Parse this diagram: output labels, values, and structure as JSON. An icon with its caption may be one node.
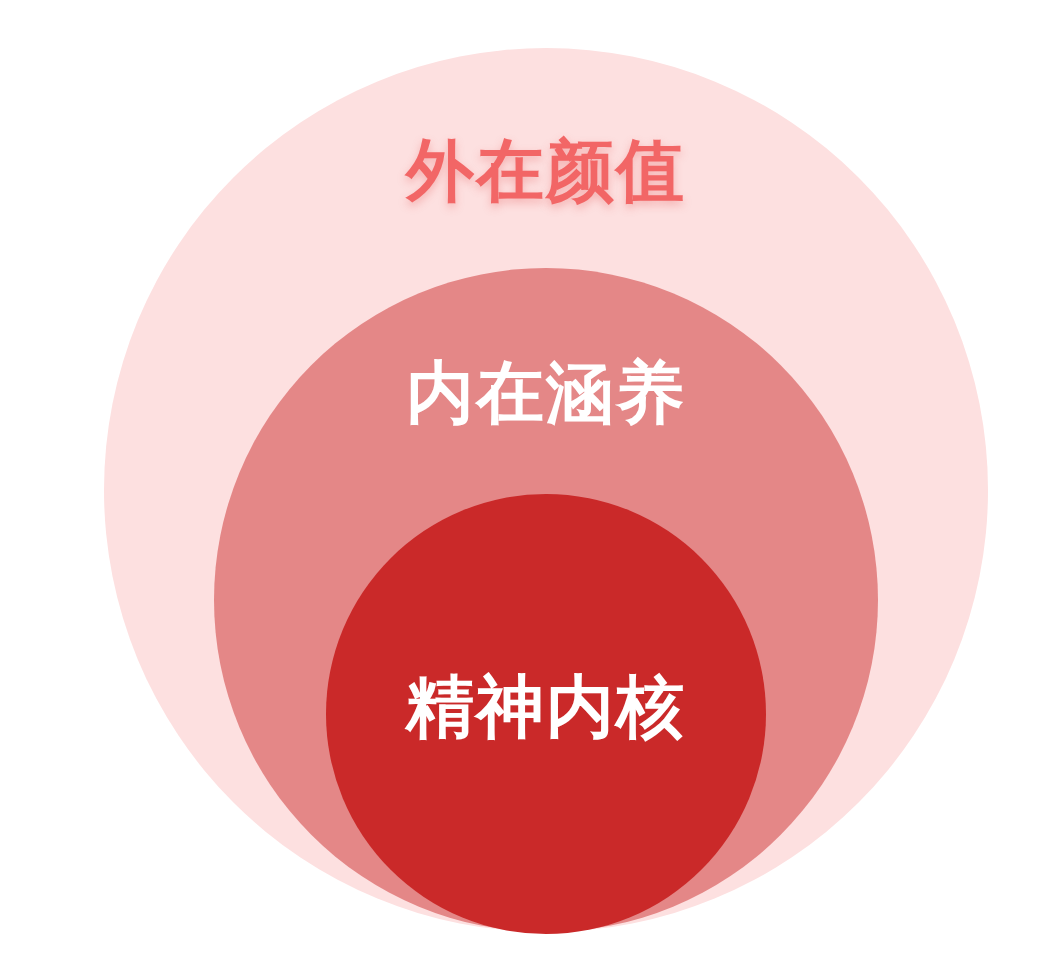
{
  "diagram": {
    "nodes": [
      {
        "text": [
          "外在颜值"
        ]
      },
      {
        "text": [
          "内在涵养"
        ],
        "in": 0
      },
      {
        "text": [
          "精神内核"
        ],
        "in": 1
      }
    ]
  }
}
